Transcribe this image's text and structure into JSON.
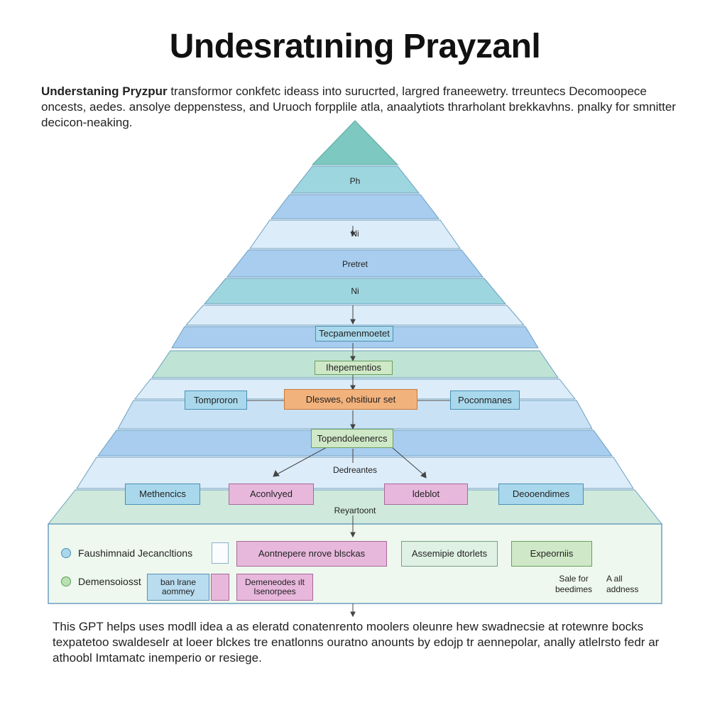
{
  "header": {
    "title": "Undesratıning Prayzanl",
    "intro_lead": "Understaning Pryzpur",
    "intro_rest": " transformor conkfetc ideass into surucrted, largred franeewetry. trreuntecs Decomoopece oncests, aedes. ansolye deppenstess, and Uruoch forpplile atla, anaalytiots thrarholant brekkavhns. pnalky for smnitter decicon-neaking."
  },
  "pyramid": {
    "layer_labels": [
      "Ph",
      "Ni",
      "Pretret",
      "Ni",
      "Dedreantes",
      "Reyartoont"
    ],
    "boxes": {
      "tier_a": "Tecpamenmoetet",
      "tier_b": "Ihepementios",
      "left_c": "Tomproron",
      "center_c": "Dleswes, ohsitiuur set",
      "right_c": "Poconmanes",
      "tier_d": "Topendoleenercs",
      "row_e": [
        "Methencics",
        "Aconlvyed",
        "ldeblot",
        "Deooendimes"
      ]
    }
  },
  "base_panel": {
    "legend": [
      {
        "label": "Faushimnaid Jecancltions",
        "color": "#a9d8ec"
      },
      {
        "label": "Demensoiosst",
        "color": "#b9e2b3"
      }
    ],
    "boxes": {
      "row1_pink": "Aontnepere nrove blsckas",
      "row1_mint": "Assemipie dtorlets",
      "row1_green": "Expeorniis",
      "row2_blue": "ban lrane\naommey",
      "row2_pink": "Demeneodes ılt\nIsenorpees"
    },
    "notes": [
      "Sale for\nbeedimes",
      "A all\naddness"
    ]
  },
  "footer": {
    "text": "This GPT helps uses modll idea a as eleratd conatenrento moolers oleunre hew swadnecsie at rotewnre bocks texpatetoo swaldeselr at loeer blckes tre enatlonns ouratno anounts by edojp tr aennepolar, anally atlelrsto fedr ar athoobl Imtamatc inemperio or resiege."
  },
  "colors": {
    "apex": "#7dc8c0",
    "band_teal": "#9ed6e0",
    "band_blue": "#a8cdef",
    "band_light": "#dcecf9",
    "band_green": "#bfe3d4",
    "base_panel": "#eef8ee",
    "stroke": "#6c9fc0"
  }
}
